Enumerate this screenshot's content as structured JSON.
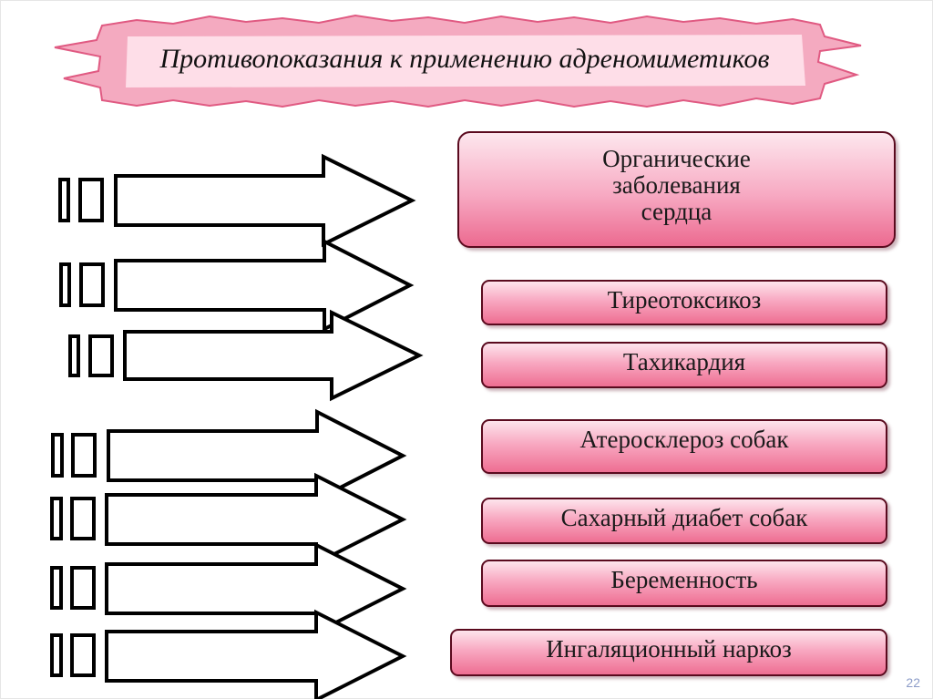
{
  "title": "Противопоказания к применению адреномиметиков",
  "items": [
    {
      "label": "Органические\nзаболевания\nсердца"
    },
    {
      "label": "Тиреотоксикоз"
    },
    {
      "label": "Тахикардия"
    },
    {
      "label": "Атеросклероз собак"
    },
    {
      "label": "Сахарный диабет собак"
    },
    {
      "label": "Беременность"
    },
    {
      "label": "Ингаляционный наркоз"
    }
  ],
  "slide_number": "22",
  "colors": {
    "banner_fill": "#f2a1b9",
    "banner_stroke": "#e05a82",
    "box_gradient_top": "#fde4ec",
    "box_gradient_bottom": "#ee6e92",
    "box_border": "#5a0a1e",
    "arrow_stroke": "#000000",
    "slide_number": "#8c9cc8"
  }
}
